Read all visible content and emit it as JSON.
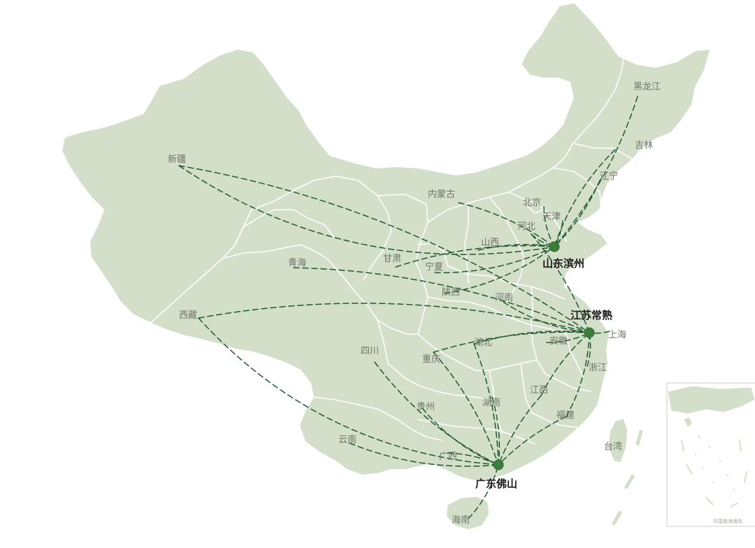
{
  "map": {
    "hubs": [
      {
        "id": "binzhou",
        "label": "山东滨州"
      },
      {
        "id": "changshu",
        "label": "江苏常熟"
      },
      {
        "id": "foshan",
        "label": "广东佛山"
      }
    ],
    "provinces": [
      {
        "id": "heilongjiang",
        "label": "黑龙江",
        "hub": "binzhou"
      },
      {
        "id": "jilin",
        "label": "吉林",
        "hub": "binzhou"
      },
      {
        "id": "liaoning",
        "label": "辽宁",
        "hub": "binzhou"
      },
      {
        "id": "beijing",
        "label": "北京",
        "hub": "binzhou"
      },
      {
        "id": "tianjin",
        "label": "天津",
        "hub": "binzhou"
      },
      {
        "id": "hebei",
        "label": "河北",
        "hub": "binzhou"
      },
      {
        "id": "neimenggu",
        "label": "内蒙古",
        "hub": "binzhou"
      },
      {
        "id": "xinjiang",
        "label": "新疆",
        "hub": "binzhou"
      },
      {
        "id": "gansu",
        "label": "甘肃",
        "hub": "binzhou"
      },
      {
        "id": "ningxia",
        "label": "宁夏",
        "hub": "binzhou"
      },
      {
        "id": "shanxi",
        "label": "山西",
        "hub": "binzhou"
      },
      {
        "id": "shaanxi",
        "label": "陕西",
        "hub": "binzhou"
      },
      {
        "id": "qinghai",
        "label": "青海",
        "hub": "changshu"
      },
      {
        "id": "henan",
        "label": "河南",
        "hub": "changshu"
      },
      {
        "id": "hubei",
        "label": "湖北",
        "hub": "changshu"
      },
      {
        "id": "anhui",
        "label": "安徽",
        "hub": "changshu"
      },
      {
        "id": "shanghai",
        "label": "上海",
        "hub": "changshu"
      },
      {
        "id": "zhejiang",
        "label": "浙江",
        "hub": "changshu"
      },
      {
        "id": "jiangxi",
        "label": "江西",
        "hub": "changshu"
      },
      {
        "id": "fujian",
        "label": "福建",
        "hub": "changshu"
      },
      {
        "id": "xizang",
        "label": "西藏",
        "hub": "foshan"
      },
      {
        "id": "sichuan",
        "label": "四川",
        "hub": "foshan"
      },
      {
        "id": "chongqing",
        "label": "重庆",
        "hub": "foshan"
      },
      {
        "id": "guizhou",
        "label": "贵州",
        "hub": "foshan"
      },
      {
        "id": "hunan",
        "label": "湖南",
        "hub": "foshan"
      },
      {
        "id": "yunnan",
        "label": "云南",
        "hub": "foshan"
      },
      {
        "id": "guangxi",
        "label": "广西",
        "hub": "foshan"
      },
      {
        "id": "hainan",
        "label": "海南",
        "hub": "foshan"
      },
      {
        "id": "taiwan",
        "label": "台湾",
        "hub": null
      }
    ],
    "extra_routes": [
      {
        "from": "xinjiang",
        "to": "changshu"
      },
      {
        "from": "xizang",
        "to": "changshu"
      },
      {
        "from": "hebei",
        "to": "changshu"
      },
      {
        "from": "fujian",
        "to": "foshan"
      },
      {
        "from": "hubei",
        "to": "foshan"
      },
      {
        "from": "jiangxi",
        "to": "foshan"
      },
      {
        "from": "chongqing",
        "to": "changshu"
      }
    ],
    "inset": {
      "note": "中国南海诸岛"
    },
    "colors": {
      "land": "#d4dfc9",
      "route": "#1e5a2e",
      "hub": "#3c7d3c"
    }
  }
}
